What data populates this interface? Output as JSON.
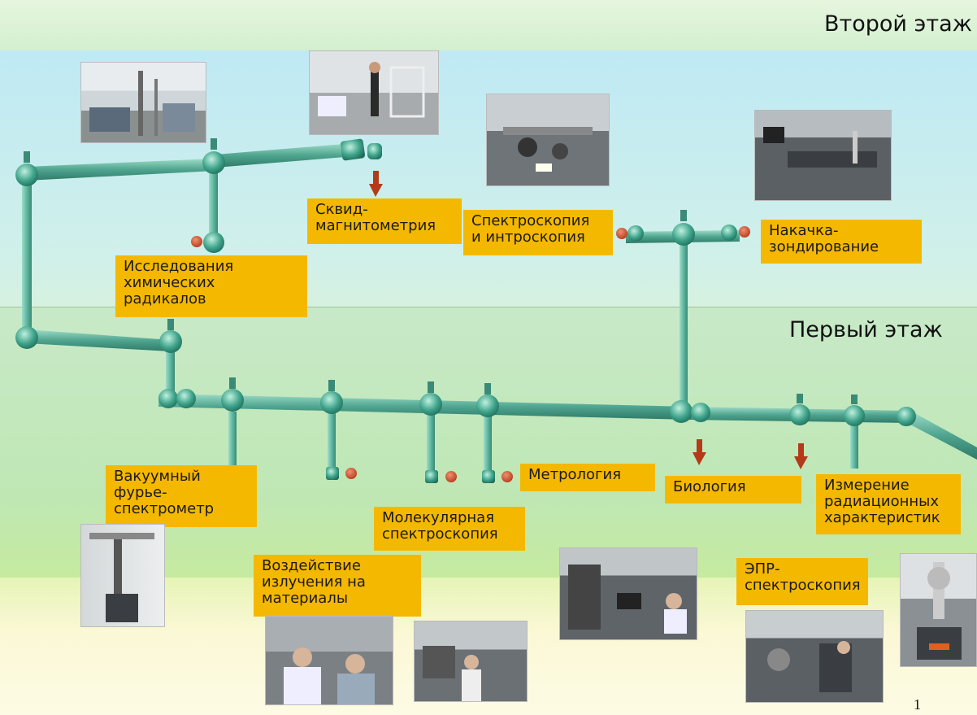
{
  "floors": {
    "second": "Второй этаж",
    "first": "Первый этаж"
  },
  "stations": {
    "squid": "Сквид-\nмагнитометрия",
    "spectro_intro": "Спектроскопия\nи интроскопия",
    "pump_probe": "Накачка-\nзондирование",
    "radicals": "Исследования\nхимических\nрадикалов",
    "fourier": "Вакуумный\nфурье-\nспектрометр",
    "metrology": "Метрология",
    "biology": "Биология",
    "radiation": "Измерение\nрадиационных\nхарактеристик",
    "molecular": "Молекулярная\nспектроскопия",
    "materials": "Воздействие\nизлучения на\nматериалы",
    "epr": "ЭПР-\nспектроскопия"
  },
  "colors": {
    "label_bg": "#f5b800",
    "pipe": "#4fa58f",
    "pipe_light": "#9fdcc8",
    "flow_arrow": "#b43a1a"
  },
  "page_number": "1"
}
